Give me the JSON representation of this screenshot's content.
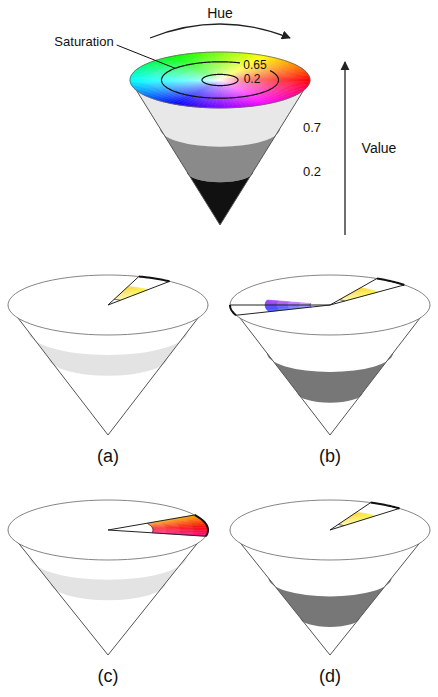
{
  "diagram": {
    "labels": [
      "Hue",
      "Saturation",
      "0.65",
      "0.2",
      "0.7",
      "Value",
      "0.2",
      "(a)",
      "(b)",
      "(c)",
      "(d)"
    ]
  }
}
